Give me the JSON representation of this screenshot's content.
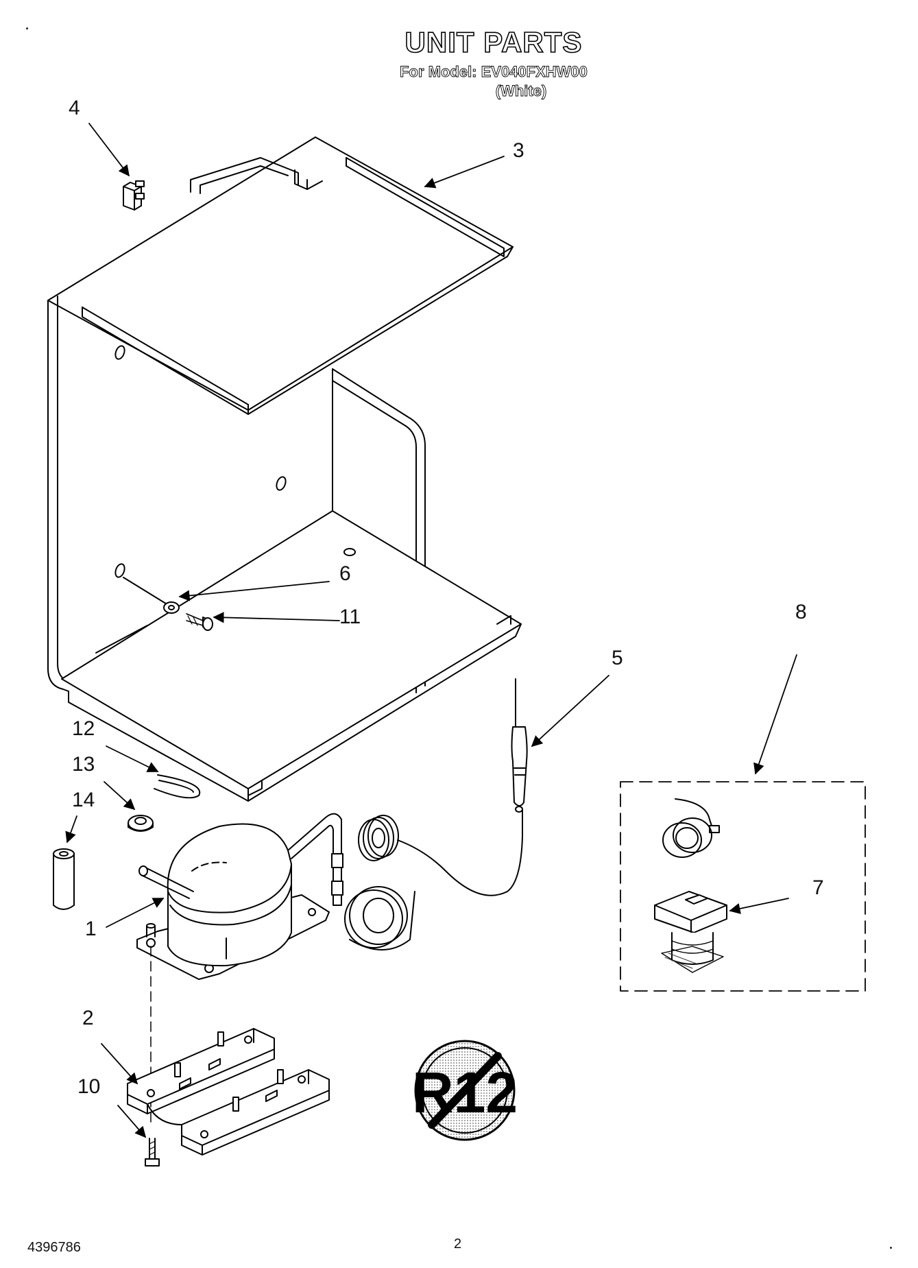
{
  "header": {
    "title": "UNIT PARTS",
    "model_line": "For Model: EV040FXHW00",
    "color_line": "(White)"
  },
  "callouts": {
    "c1": "1",
    "c2": "2",
    "c3": "3",
    "c4": "4",
    "c5": "5",
    "c6": "6",
    "c7": "7",
    "c8": "8",
    "c10": "10",
    "c11": "11",
    "c12": "12",
    "c13": "13",
    "c14": "14"
  },
  "badge": {
    "text": "R12"
  },
  "footer": {
    "doc_number": "4396786",
    "page_number": "2"
  }
}
